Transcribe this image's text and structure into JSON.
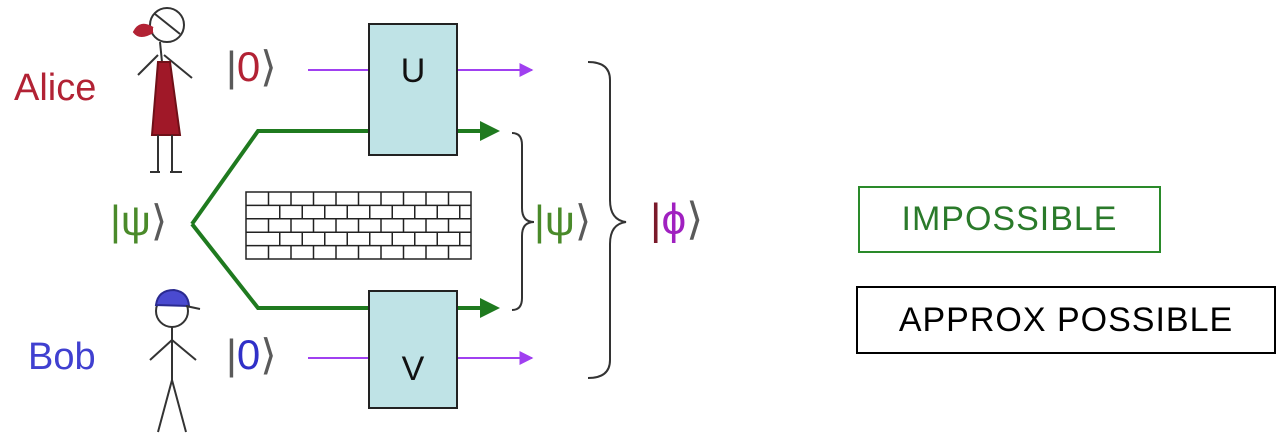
{
  "people": {
    "alice": {
      "name": "Alice",
      "color": "#b22234"
    },
    "bob": {
      "name": "Bob",
      "color": "#4040d0"
    }
  },
  "kets": {
    "alice_input": {
      "symbol": "0",
      "color": "#b22234"
    },
    "bob_input": {
      "symbol": "0",
      "color": "#3030c8"
    },
    "psi_source": {
      "symbol": "ψ",
      "color": "#4a8a2a"
    },
    "psi_output": {
      "symbol": "ψ",
      "color": "#4a8a2a"
    },
    "phi_output": {
      "symbol": "ϕ",
      "color": "#a020c0"
    }
  },
  "gates": {
    "u": {
      "label": "U",
      "fill": "#bfe3e6"
    },
    "v": {
      "label": "V",
      "fill": "#bfe3e6"
    }
  },
  "wires": {
    "qubit_color": "#a040f0",
    "entangled_color": "#1f7a1f"
  },
  "status_boxes": {
    "impossible": {
      "label": "IMPOSSIBLE",
      "text_color": "#2a7a2a",
      "border_color": "#2a8a2a"
    },
    "approx_possible": {
      "label": "APPROX POSSIBLE",
      "text_color": "#000000",
      "border_color": "#000000"
    }
  }
}
